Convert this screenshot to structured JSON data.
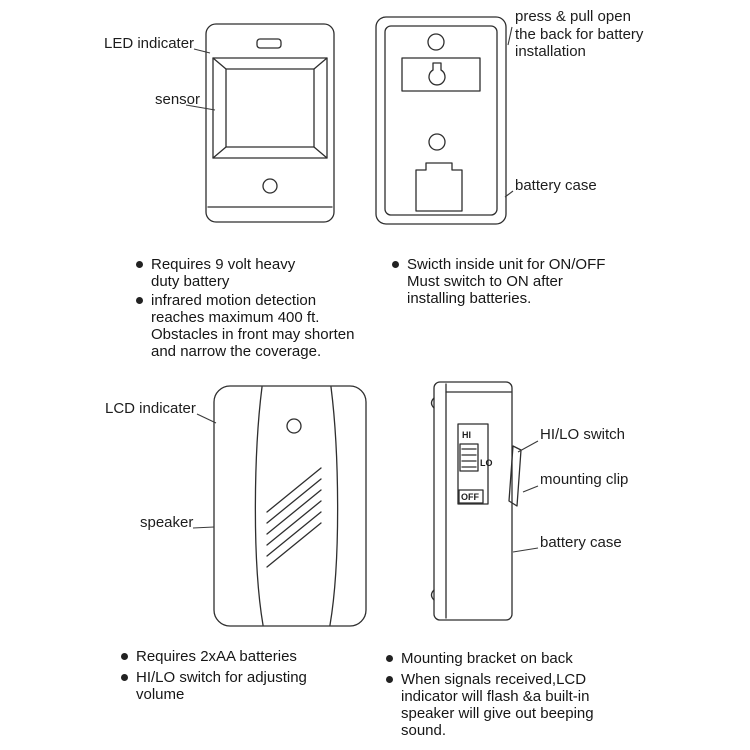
{
  "colors": {
    "background": "#ffffff",
    "ink": "#2e2e2e"
  },
  "transmitter": {
    "front": {
      "led_label": "LED indicater",
      "sensor_label": "sensor"
    },
    "back": {
      "open_note": "press & pull open\nthe back for battery\ninstallation",
      "battery_label": "battery case"
    },
    "notes_left": [
      "Requires 9 volt heavy\nduty battery",
      "infrared motion detection\nreaches maximum 400 ft.\nObstacles in front may shorten\nand narrow the coverage."
    ],
    "notes_right": [
      "Swicth inside unit for ON/OFF\nMust switch to ON after\ninstalling batteries."
    ]
  },
  "receiver": {
    "front": {
      "lcd_label": "LCD indicater",
      "speaker_label": "speaker"
    },
    "side": {
      "hilo_label": "HI/LO switch",
      "clip_label": "mounting clip",
      "battery_label": "battery case",
      "switch_hi": "HI",
      "switch_lo": "LO",
      "switch_off": "OFF"
    },
    "notes_left": [
      "Requires 2xAA batteries",
      "HI/LO switch for adjusting\nvolume"
    ],
    "notes_right": [
      "Mounting bracket on back",
      "When signals received,LCD\nindicator will flash &a built-in\nspeaker will give out beeping\nsound."
    ]
  }
}
